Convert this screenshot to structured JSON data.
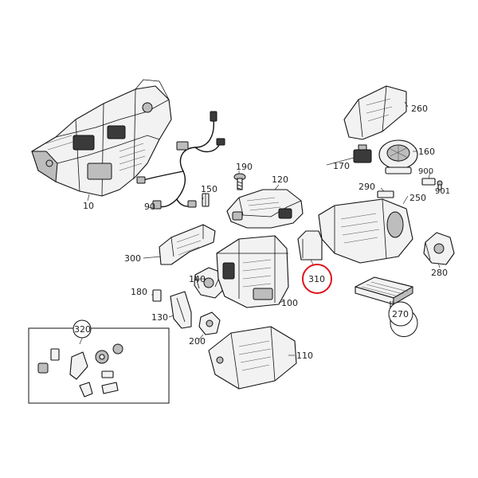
{
  "callouts": {
    "c10": "10",
    "c90": "90",
    "c100": "100",
    "c110": "110",
    "c120": "120",
    "c130": "130",
    "c140": "140",
    "c150": "150",
    "c160": "160",
    "c170": "170",
    "c180": "180",
    "c190": "190",
    "c200": "200",
    "c250": "250",
    "c260": "260",
    "c270": "270",
    "c280": "280",
    "c290": "290",
    "c300": "300",
    "c310": "310",
    "c320": "320",
    "c900": "900",
    "c901": "901"
  },
  "highlight": {
    "color": "#e0141e"
  }
}
